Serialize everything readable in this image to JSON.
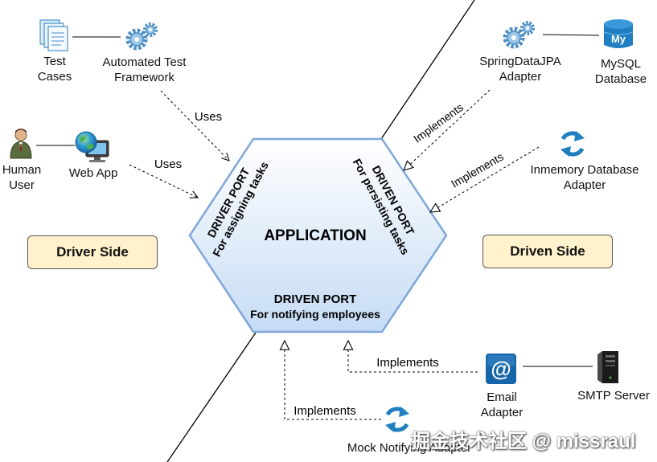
{
  "application": {
    "title": "APPLICATION",
    "driver_port": {
      "title": "DRIVER PORT",
      "subtitle": "For assigning tasks"
    },
    "driven_port_persist": {
      "title": "DRIVEN PORT",
      "subtitle": "For persisting tasks"
    },
    "driven_port_notify": {
      "title": "DRIVEN PORT",
      "subtitle": "For notifying employees"
    }
  },
  "sides": {
    "driver": "Driver Side",
    "driven": "Driven Side"
  },
  "nodes": {
    "test_cases": {
      "line1": "Test",
      "line2": "Cases",
      "icon": "document-stack-icon"
    },
    "test_framework": {
      "line1": "Automated Test",
      "line2": "Framework",
      "icon": "gears-icon"
    },
    "human_user": {
      "line1": "Human",
      "line2": "User",
      "icon": "person-icon"
    },
    "web_app": {
      "line1": "Web App",
      "icon": "globe-computer-icon"
    },
    "spring_adapter": {
      "line1": "SpringDataJPA",
      "line2": "Adapter",
      "icon": "gears-icon"
    },
    "mysql": {
      "line1": "MySQL",
      "line2": "Database",
      "icon": "database-icon",
      "badge": "My"
    },
    "inmemory_adapter": {
      "line1": "Inmemory Database",
      "line2": "Adapter",
      "icon": "refresh-icon"
    },
    "email_adapter": {
      "line1": "Email",
      "line2": "Adapter",
      "icon": "at-sign-icon",
      "glyph": "@"
    },
    "smtp": {
      "line1": "SMTP Server",
      "icon": "server-icon"
    },
    "mock_adapter": {
      "line1": "Mock Notifying Adapter",
      "icon": "refresh-icon"
    }
  },
  "edges": {
    "uses_framework": "Uses",
    "uses_webapp": "Uses",
    "impl_spring": "Implements",
    "impl_inmemory": "Implements",
    "impl_email": "Implements",
    "impl_mock": "Implements"
  },
  "watermark": "掘金技术社区 @ missraul",
  "colors": {
    "hexagon_top": "#ffffff",
    "hexagon_bottom": "#c6dcf5",
    "hexagon_stroke": "#7ea6d8",
    "side_box": "#fff2cc",
    "icon_blue": "#1f7fc1",
    "email_blue": "#1565a8"
  }
}
